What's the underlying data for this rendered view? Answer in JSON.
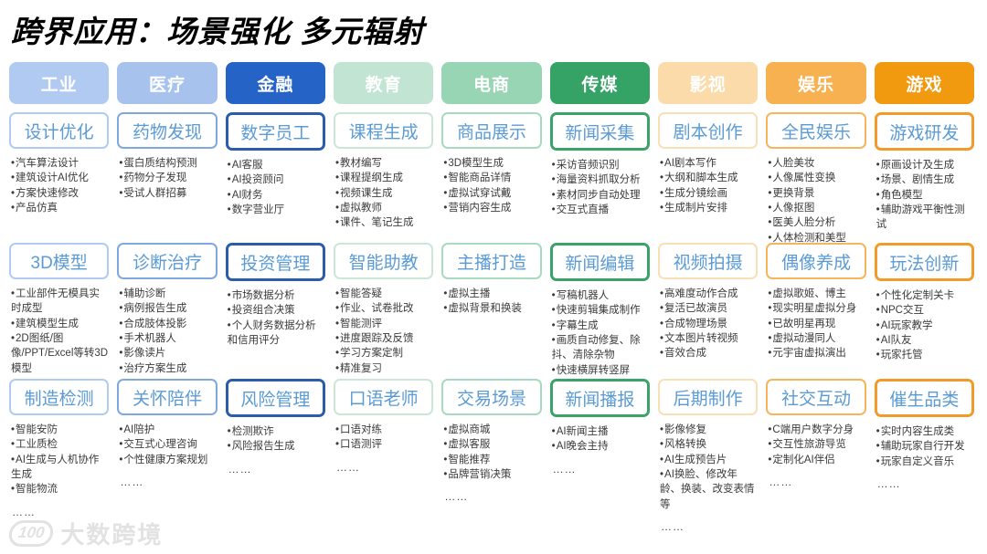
{
  "page": {
    "title": "跨界应用：场景强化  多元辐射"
  },
  "watermark": {
    "logo": "100",
    "text": "大数跨境"
  },
  "palette": {
    "box_title_color": "#5B9BD5",
    "bullet_color": "#3b3b3b",
    "title_color": "#000000"
  },
  "columns": [
    {
      "id": "industry",
      "label": "工业",
      "header_bg": "#B1CAF1",
      "box_border": "#AFCBF1",
      "border_width": 2,
      "rows": [
        {
          "title": "设计优化",
          "items": [
            "汽车算法设计",
            "建筑设计AI优化",
            "方案快速修改",
            "产品仿真"
          ],
          "more": ""
        },
        {
          "title": "3D模型",
          "items": [
            "工业部件无模具实时成型",
            "建筑模型生成",
            "2D图纸/图像/PPT/Excel等转3D模型"
          ],
          "more": ""
        },
        {
          "title": "制造检测",
          "items": [
            "智能安防",
            "工业质检",
            "AI生成与人机协作生成",
            "智能物流"
          ],
          "more": "……"
        }
      ]
    },
    {
      "id": "medical",
      "label": "医疗",
      "header_bg": "#A6C2ED",
      "box_border": "#7FA9DE",
      "border_width": 2,
      "rows": [
        {
          "title": "药物发现",
          "items": [
            "蛋白质结构预测",
            "药物分子发现",
            "受试人群招募"
          ],
          "more": ""
        },
        {
          "title": "诊断治疗",
          "items": [
            "辅助诊断",
            "病例报告生成",
            "合成肢体投影",
            "手术机器人",
            "影像读片",
            "治疗方案生成"
          ],
          "more": ""
        },
        {
          "title": "关怀陪伴",
          "items": [
            "AI陪护",
            "交互式心理咨询",
            "个性健康方案规划"
          ],
          "more": "……"
        }
      ]
    },
    {
      "id": "finance",
      "label": "金融",
      "header_bg": "#2563C6",
      "box_border": "#2C5DA8",
      "border_width": 3,
      "rows": [
        {
          "title": "数字员工",
          "items": [
            "AI客服",
            "AI投资顾问",
            "AI财务",
            "数字营业厅"
          ],
          "more": ""
        },
        {
          "title": "投资管理",
          "items": [
            "市场数据分析",
            "投资组合决策",
            "个人财务数据分析和信用评分"
          ],
          "more": ""
        },
        {
          "title": "风险管理",
          "items": [
            "检测欺诈",
            "风险报告生成"
          ],
          "more": "……"
        }
      ]
    },
    {
      "id": "education",
      "label": "教育",
      "header_bg": "#C1E5D2",
      "box_border": "#CBE6D7",
      "border_width": 2,
      "rows": [
        {
          "title": "课程生成",
          "items": [
            "教材编写",
            "课程提纲生成",
            "视频课生成",
            "虚拟教师",
            "课件、笔记生成"
          ],
          "more": ""
        },
        {
          "title": "智能助教",
          "items": [
            "智能答疑",
            "作业、试卷批改",
            "智能测评",
            "进度跟踪及反馈",
            "学习方案定制",
            "精准复习"
          ],
          "more": ""
        },
        {
          "title": "口语老师",
          "items": [
            "口语对练",
            "口语测评"
          ],
          "more": "……"
        }
      ]
    },
    {
      "id": "ecommerce",
      "label": "电商",
      "header_bg": "#97D5B5",
      "box_border": "#A7DAC0",
      "border_width": 2,
      "rows": [
        {
          "title": "商品展示",
          "items": [
            "3D模型生成",
            "智能商品详情",
            "虚拟试穿试戴",
            "营销内容生成"
          ],
          "more": ""
        },
        {
          "title": "主播打造",
          "items": [
            "虚拟主播",
            "虚拟背景和换装"
          ],
          "more": ""
        },
        {
          "title": "交易场景",
          "items": [
            "虚拟商城",
            "虚拟客服",
            "智能推荐",
            "品牌营销决策"
          ],
          "more": "……"
        }
      ]
    },
    {
      "id": "media",
      "label": "传媒",
      "header_bg": "#35A266",
      "box_border": "#3BA368",
      "border_width": 3,
      "rows": [
        {
          "title": "新闻采集",
          "items": [
            "采访音频识别",
            "海量资料抓取分析",
            "素材同步自动处理",
            "交互式直播"
          ],
          "more": ""
        },
        {
          "title": "新闻编辑",
          "items": [
            "写稿机器人",
            "快速剪辑集成制作",
            "字幕生成",
            "画质自动修复、除抖、清除杂物",
            "快速横屏转竖屏"
          ],
          "more": ""
        },
        {
          "title": "新闻播报",
          "items": [
            "AI新闻主播",
            "AI晚会主持"
          ],
          "more": "……"
        }
      ]
    },
    {
      "id": "film-tv",
      "label": "影视",
      "header_bg": "#FBDBAA",
      "box_border": "#F8DFB6",
      "border_width": 2,
      "rows": [
        {
          "title": "剧本创作",
          "items": [
            "AI剧本写作",
            "大纲和脚本生成",
            "生成分镜绘画",
            "生成制片安排"
          ],
          "more": ""
        },
        {
          "title": "视频拍摄",
          "items": [
            "高难度动作合成",
            "复活已故演员",
            "合成物理场景",
            "文本图片转视频",
            "音效合成"
          ],
          "more": ""
        },
        {
          "title": "后期制作",
          "items": [
            "影像修复",
            "风格转换",
            "AI生成预告片",
            "AI换脸、修改年龄、换装、改变表情等"
          ],
          "more": "……"
        }
      ]
    },
    {
      "id": "entertainment",
      "label": "娱乐",
      "header_bg": "#F8B151",
      "box_border": "#F6B45C",
      "border_width": 2,
      "rows": [
        {
          "title": "全民娱乐",
          "items": [
            "人脸美妆",
            "人像属性变换",
            "更换背景",
            "人像抠图",
            "医美人脸分析",
            "人体检测和美型"
          ],
          "more": ""
        },
        {
          "title": "偶像养成",
          "items": [
            "虚拟歌姬、博主",
            "现实明星虚拟分身",
            "已故明星再现",
            "虚拟动漫同人",
            "元宇宙虚拟演出"
          ],
          "more": ""
        },
        {
          "title": "社交互动",
          "items": [
            "C端用户数字分身",
            "交互性旅游导览",
            "定制化AI伴侣"
          ],
          "more": "……"
        }
      ]
    },
    {
      "id": "gaming",
      "label": "游戏",
      "header_bg": "#F1990F",
      "box_border": "#F29B2A",
      "border_width": 3,
      "rows": [
        {
          "title": "游戏研发",
          "items": [
            "原画设计及生成",
            "场景、剧情生成",
            "角色模型",
            "辅助游戏平衡性测试"
          ],
          "more": ""
        },
        {
          "title": "玩法创新",
          "items": [
            "个性化定制关卡",
            "NPC交互",
            "AI玩家教学",
            "AI队友",
            "玩家托管"
          ],
          "more": ""
        },
        {
          "title": "催生品类",
          "items": [
            "实时内容生成类",
            "辅助玩家自行开发",
            "玩家自定义音乐"
          ],
          "more": "……"
        }
      ]
    }
  ]
}
